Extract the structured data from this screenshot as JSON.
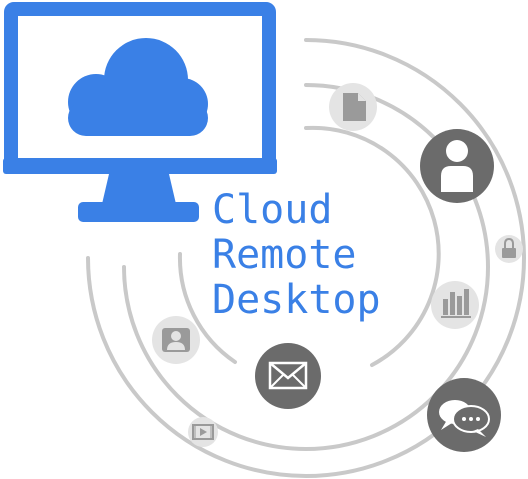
{
  "title": {
    "line1": "Cloud",
    "line2": "Remote",
    "line3": "Desktop"
  },
  "colors": {
    "brand_blue": "#3a80e6",
    "ring_gray": "#c9c9c9",
    "icon_dark": "#6b6b6b",
    "icon_light": "#e4e4e4",
    "icon_glyph_light": "#9a9a9a"
  },
  "icons": [
    "monitor-icon",
    "cloud-icon",
    "document-icon",
    "user-icon",
    "lock-icon",
    "bar-chart-icon",
    "contact-icon",
    "mail-icon",
    "chat-bubbles-icon",
    "video-icon"
  ]
}
